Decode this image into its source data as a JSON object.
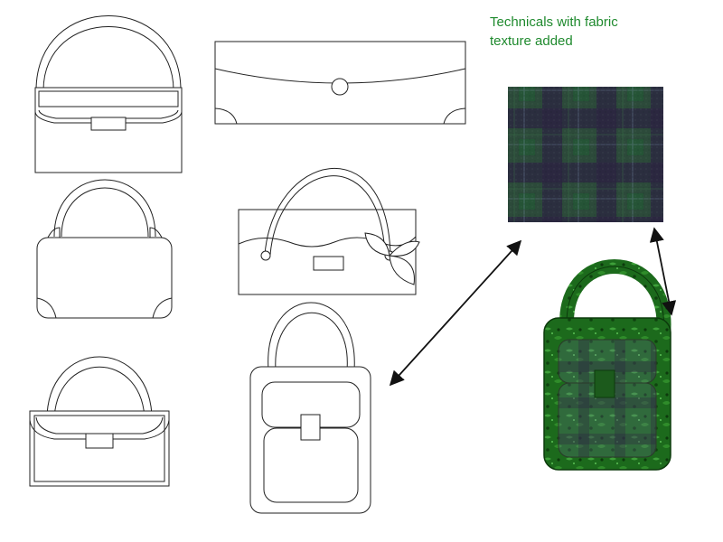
{
  "caption": {
    "line1": "Technicals with fabric",
    "line2": "texture added"
  },
  "colors": {
    "caption": "#1f8a2e",
    "outline": "#222222",
    "plaid_base": "#2c4a3a",
    "plaid_dark": "#2a2440",
    "textured_bag": "#1e6b1e"
  },
  "sketches": [
    {
      "name": "flap-clutch-with-handle"
    },
    {
      "name": "envelope-clutch"
    },
    {
      "name": "scalloped-bag-with-flower"
    },
    {
      "name": "rounded-satchel"
    },
    {
      "name": "top-handle-tote"
    },
    {
      "name": "double-pocket-bag"
    }
  ],
  "textures": {
    "swatch": "plaid fabric swatch",
    "result": "textured double-pocket bag"
  }
}
